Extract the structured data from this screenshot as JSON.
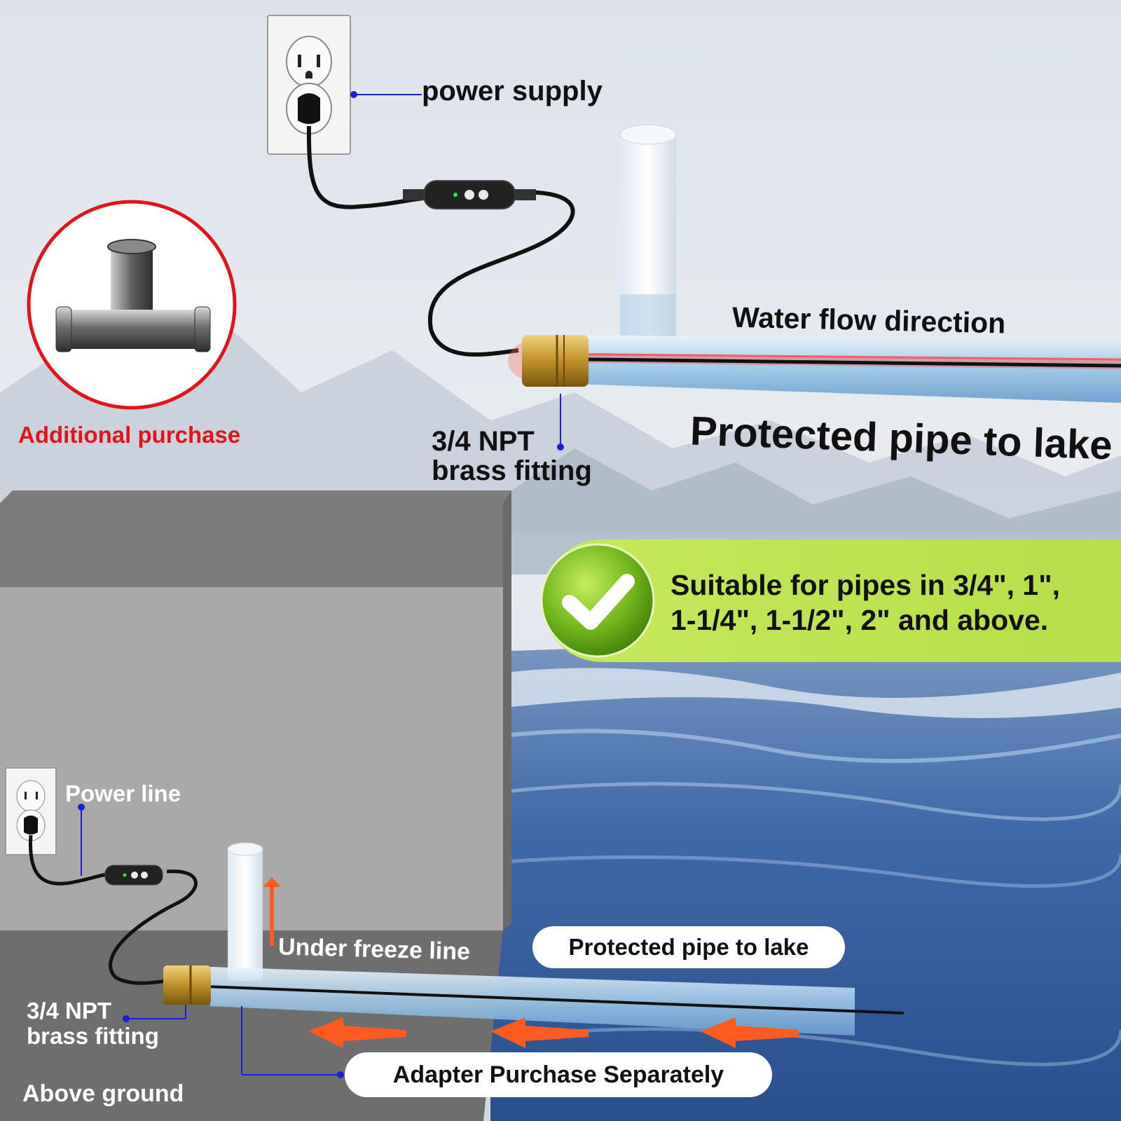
{
  "top": {
    "power_supply_label": "power supply",
    "additional_purchase_label": "Additional purchase",
    "water_flow_label": "Water flow direction",
    "protected_pipe_label": "Protected pipe to lake",
    "fitting_label_line1": "3/4 NPT",
    "fitting_label_line2": "brass fitting"
  },
  "badge": {
    "line1": "Suitable for pipes in 3/4\", 1\",",
    "line2": "1-1/4\", 1-1/2\", 2\" and above.",
    "icon": "checkmark-icon",
    "color": "#b8e04a"
  },
  "bottom": {
    "power_line_label": "Power line",
    "under_freeze_label": "Under freeze line",
    "protected_pipe_label": "Protected pipe to lake",
    "fitting_label_line1": "3/4 NPT",
    "fitting_label_line2": "brass fitting",
    "adapter_label": "Adapter Purchase Separately",
    "above_ground_label": "Above ground"
  },
  "colors": {
    "red_accent": "#e0141b",
    "leader_line": "#1a1fd0",
    "arrow": "#ff5a1f",
    "wall": "#9a9a9a"
  }
}
